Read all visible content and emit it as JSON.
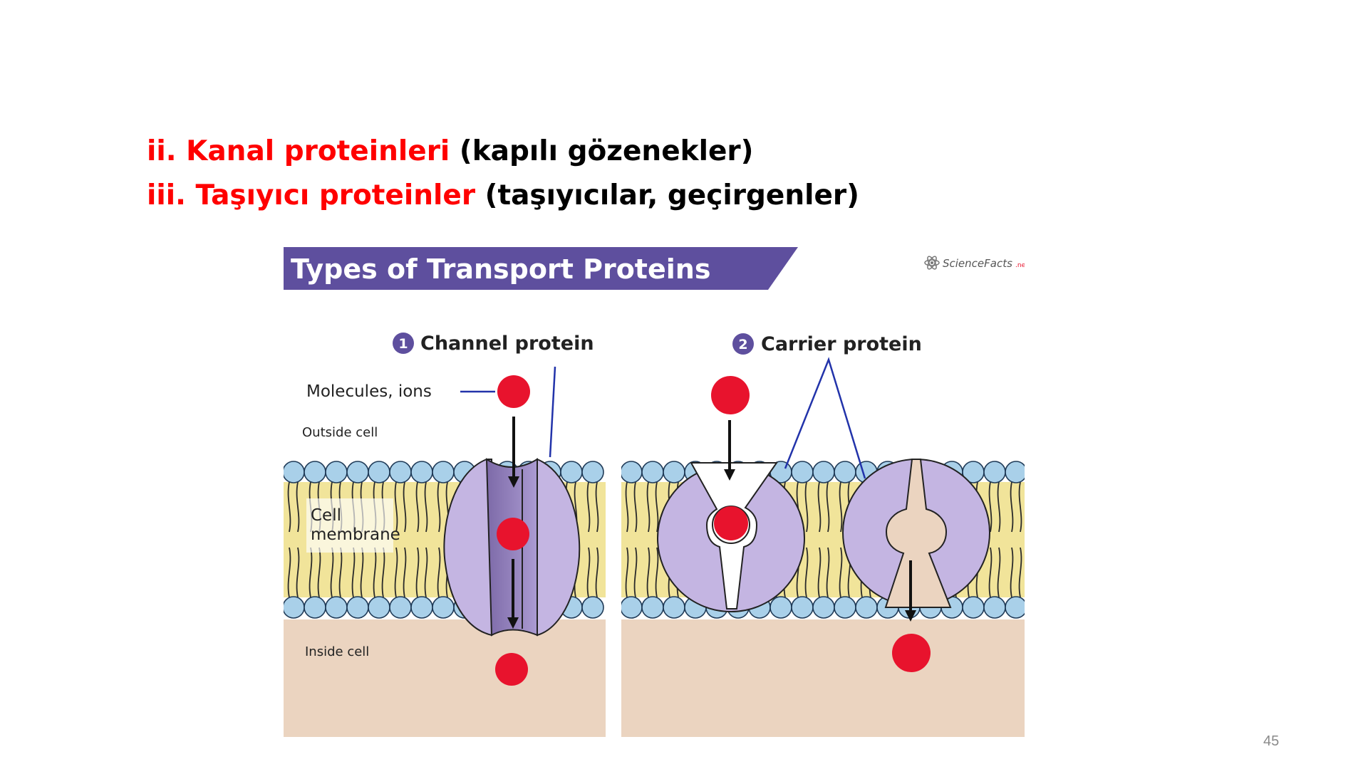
{
  "slide": {
    "line1": {
      "number": "ii.",
      "term": "Kanal proteinleri",
      "note": "(kapılı gözenekler)"
    },
    "line2": {
      "number": "iii.",
      "term": "Taşıyıcı proteinler",
      "note": "(taşıyıcılar, geçirgenler)"
    },
    "page_number": "45"
  },
  "figure": {
    "title": "Types of Transport Proteins",
    "logo_text": "ScienceFacts",
    "logo_suffix": ".net",
    "channel": {
      "index": "1",
      "label": "Channel protein"
    },
    "carrier": {
      "index": "2",
      "label": "Carrier protein"
    },
    "labels": {
      "molecules": "Molecules, ions",
      "outside": "Outside cell",
      "membrane_line1": "Cell",
      "membrane_line2": "membrane",
      "inside": "Inside cell"
    },
    "colors": {
      "title_bg": "#5e4f9e",
      "protein": "#c4b5e2",
      "molecule": "#e8132d",
      "phospholipid_head": "#a9d0e9",
      "lipid_tail": "#f1e49a",
      "cytoplasm": "#ebd4c0",
      "pointer_line": "#2233aa"
    }
  }
}
